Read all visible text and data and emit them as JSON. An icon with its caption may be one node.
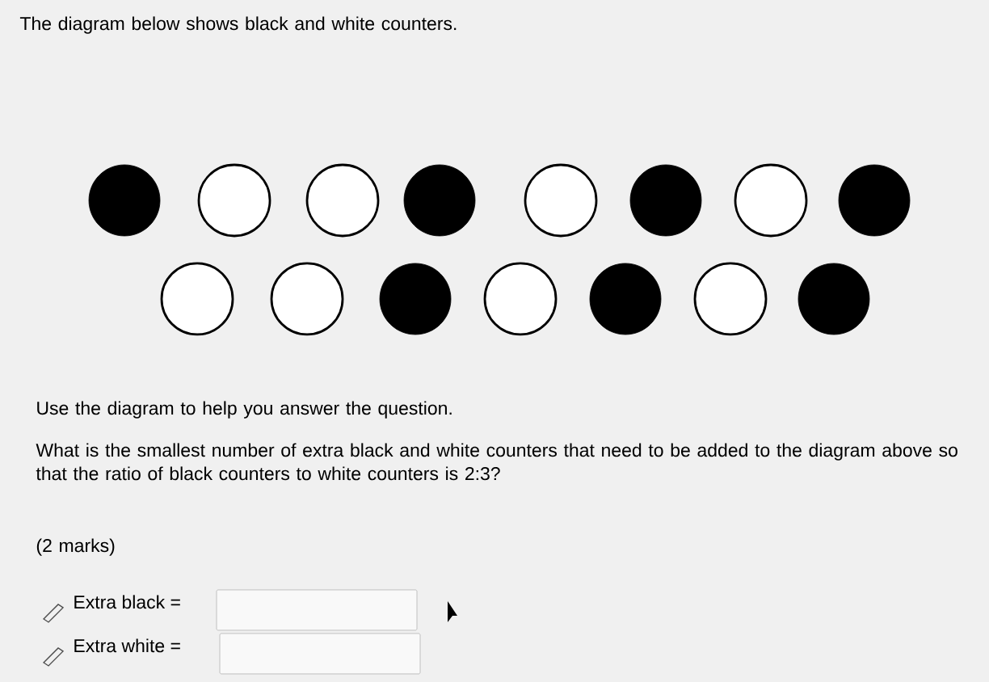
{
  "diagram": {
    "nodes": [
      {
        "text": [],
        "shape": "disc"
      },
      {
        "text": [],
        "shape": "circle"
      },
      {
        "text": [],
        "shape": "circle"
      },
      {
        "text": [],
        "shape": "disc"
      },
      {
        "text": [],
        "shape": "circle"
      },
      {
        "text": [],
        "shape": "disc"
      },
      {
        "text": [],
        "shape": "circle"
      },
      {
        "text": [],
        "shape": "disc"
      },
      {
        "text": [],
        "shape": "circle"
      },
      {
        "text": [],
        "shape": "circle"
      },
      {
        "text": [],
        "shape": "disc"
      },
      {
        "text": [],
        "shape": "circle"
      },
      {
        "text": [],
        "shape": "disc"
      },
      {
        "text": [],
        "shape": "circle"
      },
      {
        "text": [],
        "shape": "disc"
      }
    ],
    "edges": [],
    "labels": [
      "The diagram below shows black and white counters.",
      "Use the diagram to help you answer the question.",
      "What is the smallest number of extra black and white counters that need to be added to the diagram above so that the ratio of black counters to white counters is 2:3?",
      "(2 marks)",
      "Extra black =",
      "Extra white ="
    ]
  }
}
